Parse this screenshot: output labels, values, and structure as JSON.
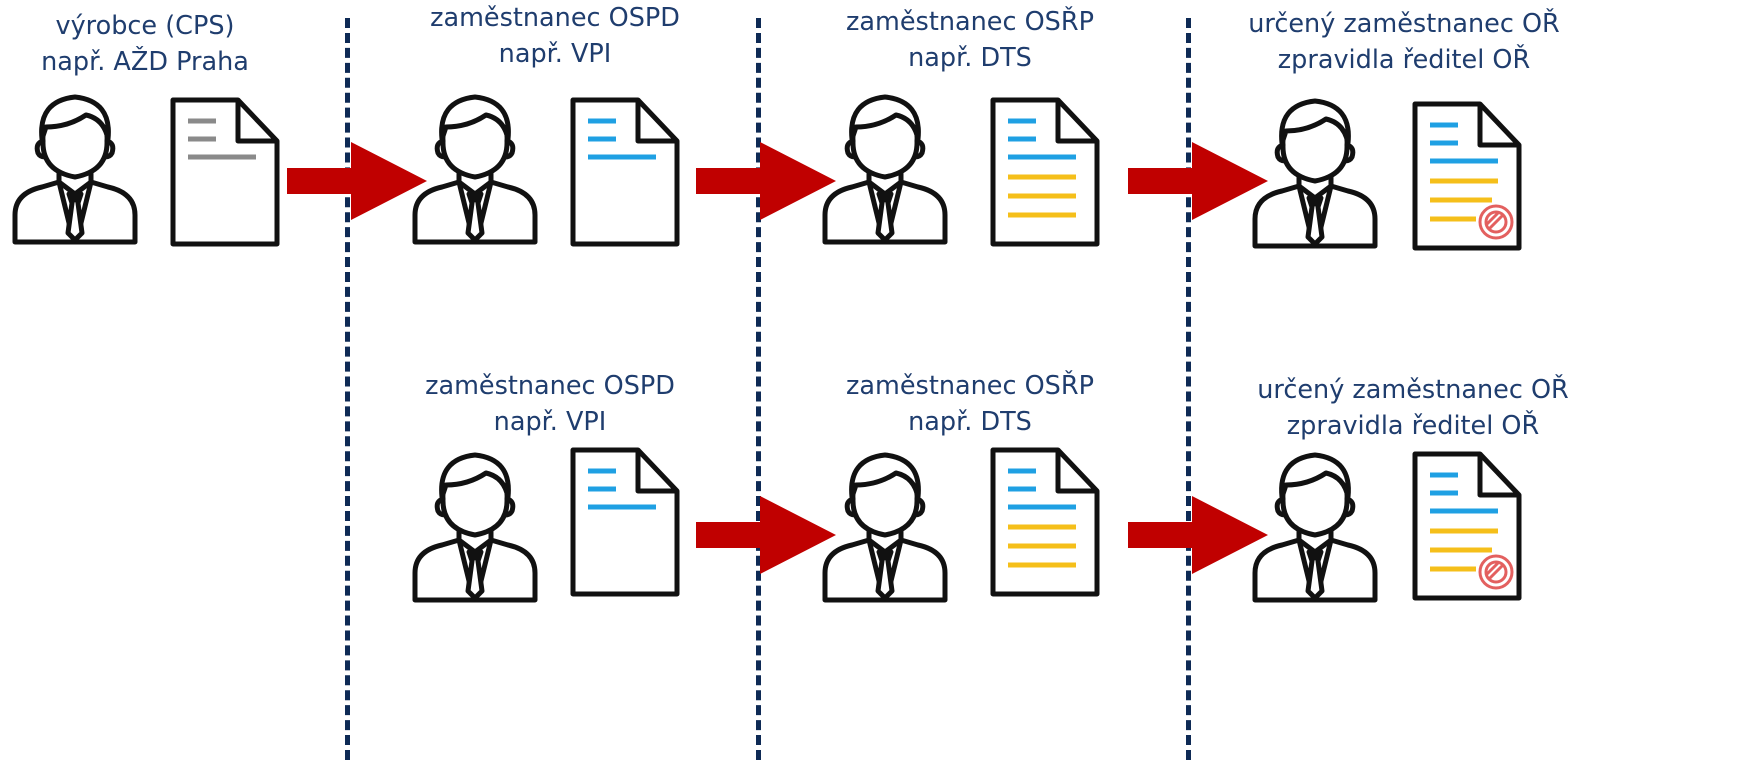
{
  "colors": {
    "label_text": "#1f3d6e",
    "separator": "#0e2a55",
    "arrow": "#c00000",
    "icon_stroke": "#111111",
    "doc_gray_lines": "#8a8a8a",
    "doc_blue_lines": "#1fa0e3",
    "doc_yellow_lines": "#f5bf1a",
    "stamp": "#e3605f"
  },
  "row1": {
    "col1": {
      "line1": "výrobce (CPS)",
      "line2": "např. AŽD Praha",
      "document": "draft-document-icon"
    },
    "col2": {
      "line1": "zaměstnanec OSPD",
      "line2": "např. VPI",
      "document": "blue-lines-document-icon"
    },
    "col3": {
      "line1": "zaměstnanec OSŘP",
      "line2": "např. DTS",
      "document": "blue-yellow-lines-document-icon"
    },
    "col4": {
      "line1": "určený zaměstnanec OŘ",
      "line2": "zpravidla ředitel OŘ",
      "document": "stamped-document-icon"
    }
  },
  "row2": {
    "col2": {
      "line1": "zaměstnanec OSPD",
      "line2": "např. VPI",
      "document": "blue-lines-document-icon"
    },
    "col3": {
      "line1": "zaměstnanec OSŘP",
      "line2": "např. DTS",
      "document": "blue-yellow-lines-document-icon"
    },
    "col4": {
      "line1": "určený zaměstnanec OŘ",
      "line2": "zpravidla ředitel OŘ",
      "document": "stamped-document-icon"
    }
  }
}
